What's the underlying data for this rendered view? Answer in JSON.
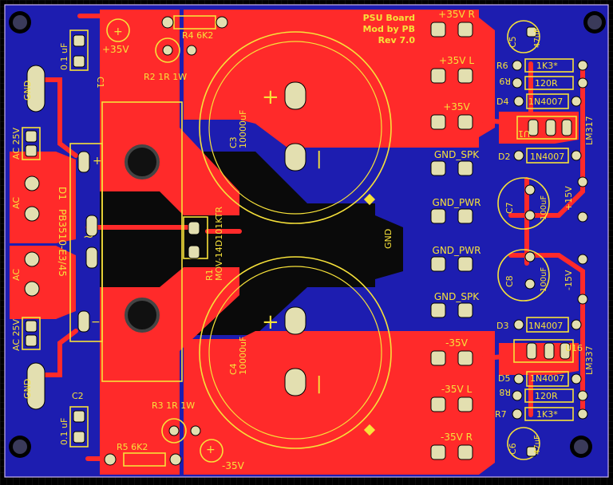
{
  "title_block": {
    "line1": "PSU Board",
    "line2": "Mod by PB",
    "line3": "Rev 7.0"
  },
  "connectors_right": [
    "+35V R",
    "+35V L",
    "+35V",
    "GND_SPK",
    "GND_PWR",
    "GND_PWR",
    "GND_SPK",
    "-35V",
    "-35V L",
    "-35V R"
  ],
  "labels": {
    "plus35": "+35V",
    "minus35": "-35V",
    "gnd_left_top": "GND",
    "gnd_left_bottom": "GND",
    "gnd_center": "GND",
    "ac_25v_top": "AC 25V",
    "ac_top": "AC",
    "ac_mid": "AC",
    "ac_25v_bottom": "AC 25V",
    "c1_value": "0.1 uF",
    "c1_ref": "C1",
    "c2_value": "0.1 uF",
    "c2_ref": "C2",
    "d1_ref": "D1",
    "d1_part": "PB3510-E3/45",
    "r4": "R4  6K2",
    "r2": "R2  1R  1W",
    "r3": "R3  1R  1W",
    "r5": "R5  6K2",
    "r1_ref": "R1",
    "r1_part": "MOV-14D101KTR",
    "c3_ref": "C3",
    "c3_value": "10000uF",
    "c4_ref": "C4",
    "c4_value": "10000uF",
    "c5_ref": "C5",
    "c5_value": "47uF",
    "c6_ref": "C6",
    "c6_value": "47uF",
    "r6_ref": "R6",
    "r6_value": "1K3*",
    "r9_ref": "R9",
    "r9_value": "120R",
    "d4_ref": "D4",
    "d4_value": "1N4007",
    "u1_ref": "U1",
    "u1_part": "LM317",
    "d2_ref": "D2",
    "d2_value": "1N4007",
    "c7_ref": "C7",
    "c7_value": "100uF",
    "plus15": "+15V",
    "c8_ref": "C8",
    "c8_value": "100uF",
    "minus15": "-15V",
    "d3_ref": "D3",
    "d3_value": "1N4007",
    "u16_ref": "U16",
    "u16_part": "LM337",
    "d5_ref": "D5",
    "d5_value": "1N4007",
    "r8_ref": "R8",
    "r8_value": "120R",
    "r7_ref": "R7",
    "r7_value": "1K3*",
    "plus": "+",
    "minus": "−",
    "tilde": "~",
    "bar": "|"
  },
  "colors": {
    "copper_top": "#ff2a2a",
    "copper_bottom": "#1d1db0",
    "silkscreen": "#f7e23a",
    "pad": "#e3dfb0",
    "outline": "#c8b4f0"
  }
}
